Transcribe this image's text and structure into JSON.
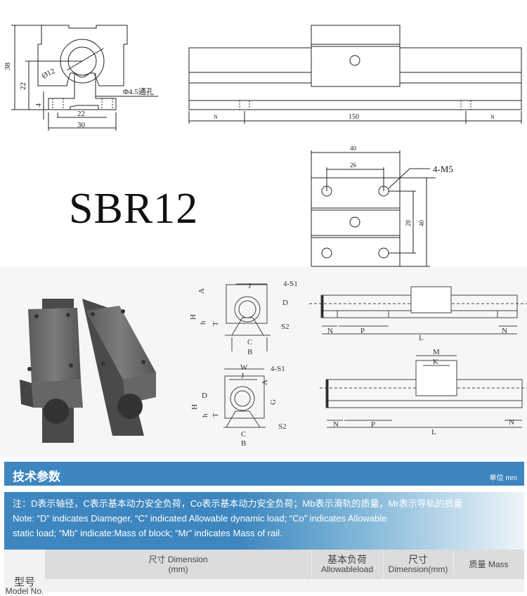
{
  "model_title": "SBR12",
  "drawing_top": {
    "section": {
      "height": "38",
      "center_height": "22",
      "base_thickness": "4",
      "bore": "Ø12",
      "hole_spacing": "22",
      "base_width": "30",
      "hole_note": "Φ4.5通孔"
    },
    "side": {
      "end_left": "N",
      "length": "150",
      "end_right": "N"
    },
    "plan": {
      "width": "40",
      "hole_x": "26",
      "hole_note": "4-M5",
      "hole_y": "28",
      "length": "40"
    }
  },
  "drawing_generic": {
    "open_type": {
      "A": "A",
      "J": "J",
      "S1": "4-S1",
      "D": "D",
      "H": "H",
      "h": "h",
      "T": "T",
      "S2": "S2",
      "C": "C",
      "B": "B"
    },
    "closed_type": {
      "W": "W",
      "S1": "4-S1",
      "J": "J",
      "A": "A",
      "D": "D",
      "G": "G",
      "H": "H",
      "h": "h",
      "T": "T",
      "S2": "S2",
      "C": "C",
      "B": "B"
    },
    "rail_top": {
      "N1": "N",
      "P": "P",
      "L": "L",
      "N2": "N"
    },
    "rail_bottom": {
      "M": "M",
      "K": "K",
      "N1": "N",
      "P": "P",
      "L": "L",
      "N2": "N"
    }
  },
  "spec": {
    "heading": "技术参数",
    "unit": "单位 mm",
    "note_lines": [
      "注：D表示轴径，C表示基本动力安全负荷，Co表示基本动力安全负荷；Mb表示滑轨的质量，Mr表示导轨的质量",
      "Note: “D” indicates Diameger, “C” indicated Allowable dynamic load; “Co” indicates Allowable",
      "static load; “Mb” indicate:Mass of block; “Mr” indicates Mass of rail."
    ],
    "table_header": {
      "model_cn": "型号",
      "model_en": "Model No.",
      "dimension_cn": "尺寸 Dimension",
      "dimension_unit": "(mm)",
      "load_cn": "基本负荷",
      "load_en": "Allowableload",
      "dim2_cn": "尺寸",
      "dim2_en": "Dimension(mm)",
      "mass": "质量 Mass"
    }
  },
  "colors": {
    "header_blue": "#3d86bf",
    "line": "#222222",
    "table_gray": "#dcdcdc"
  }
}
